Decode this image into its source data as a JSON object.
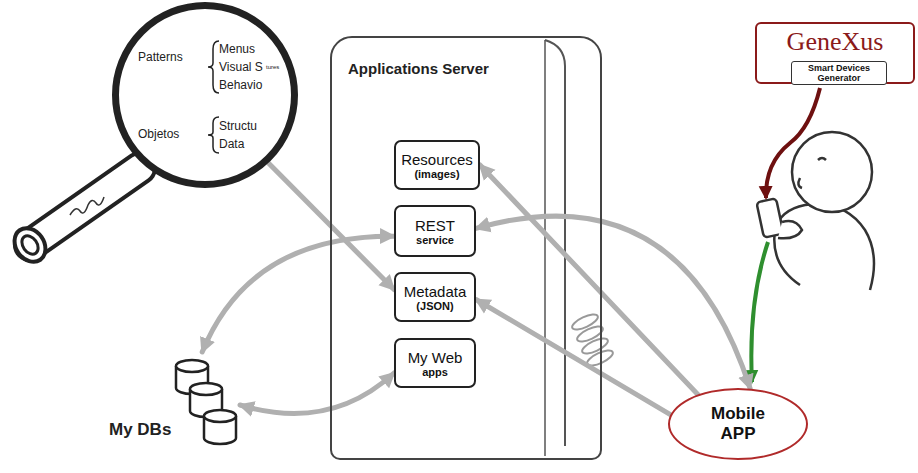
{
  "diagram": {
    "nodes": [
      {
        "text": [
          "Patterns",
          "Menus",
          "Visual S",
          "tures",
          "Behavio",
          "Objetos",
          "Structu",
          "Data"
        ]
      },
      {
        "text": [
          "Applications Server"
        ]
      },
      {
        "text": [
          "Resources",
          "(images)"
        ],
        "in": 1
      },
      {
        "text": [
          "REST",
          "service"
        ],
        "in": 1
      },
      {
        "text": [
          "Metadata",
          "(JSON)"
        ],
        "in": 1
      },
      {
        "text": [
          "My Web",
          "apps"
        ],
        "in": 1
      },
      {
        "text": [
          "My DBs"
        ]
      },
      {
        "text": [
          "GeneXus",
          "Smart Devices Generator"
        ]
      },
      {
        "text": [
          "Mobile APP"
        ]
      }
    ],
    "edges": [
      {
        "from": 0,
        "to": 4,
        "arrow": "to"
      },
      {
        "from": 8,
        "to": 2,
        "arrow": "to"
      },
      {
        "from": 3,
        "to": 8,
        "arrow": "both"
      },
      {
        "from": 8,
        "to": 4,
        "arrow": "to"
      },
      {
        "from": 6,
        "to": 3,
        "arrow": "both"
      },
      {
        "from": 6,
        "to": 5,
        "arrow": "both"
      }
    ]
  }
}
